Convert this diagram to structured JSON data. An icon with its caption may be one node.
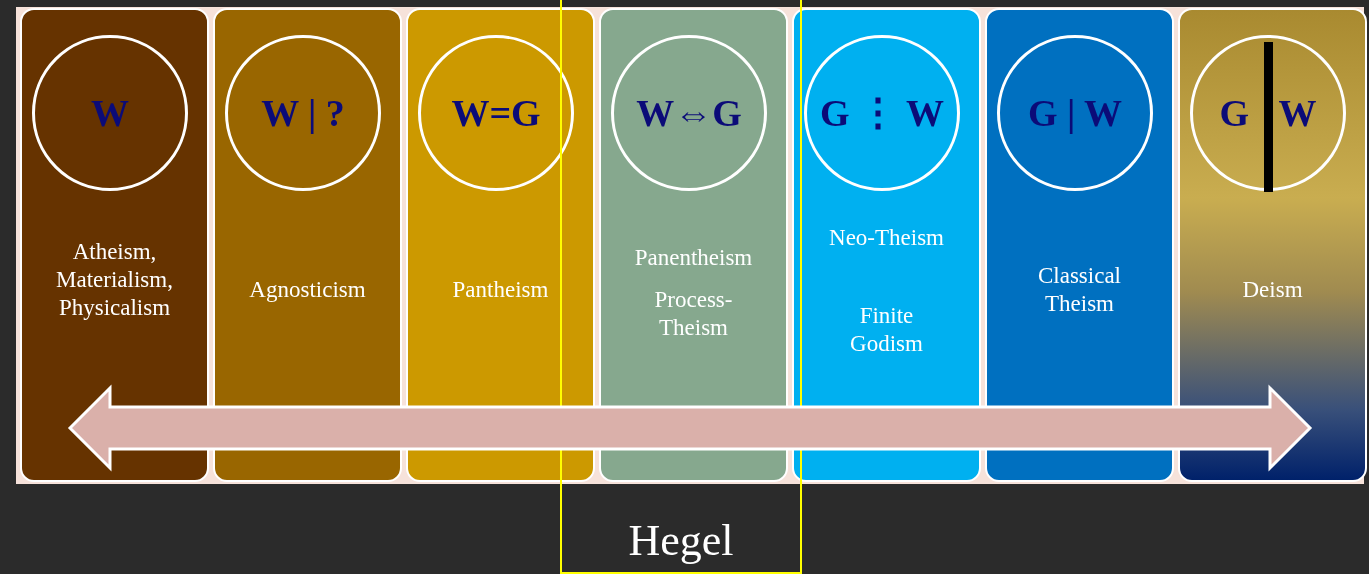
{
  "diagram": {
    "nodes": [
      {
        "text": [
          "Atheism, Materialism, Physicalism"
        ]
      },
      {
        "text": [
          "W"
        ],
        "in": 0
      },
      {
        "text": [
          "Agnosticism"
        ]
      },
      {
        "text": [
          "W | ?"
        ],
        "in": 2
      },
      {
        "text": [
          "Pantheism"
        ]
      },
      {
        "text": [
          "W=G"
        ],
        "in": 4
      },
      {
        "text": [
          "Panentheism",
          "Process-Theism"
        ],
        "in": 14
      },
      {
        "text": [
          "W⇔G"
        ],
        "in": 6
      },
      {
        "text": [
          "Neo-Theism",
          "Finite Godism"
        ]
      },
      {
        "text": [
          "G ⋮ W"
        ],
        "in": 8
      },
      {
        "text": [
          "Classical Theism"
        ]
      },
      {
        "text": [
          "G | W"
        ],
        "in": 10
      },
      {
        "text": [
          "Deism"
        ]
      },
      {
        "text": [
          "G",
          "W"
        ],
        "in": 12
      },
      {
        "text": [
          "Hegel"
        ]
      }
    ],
    "edges": []
  }
}
